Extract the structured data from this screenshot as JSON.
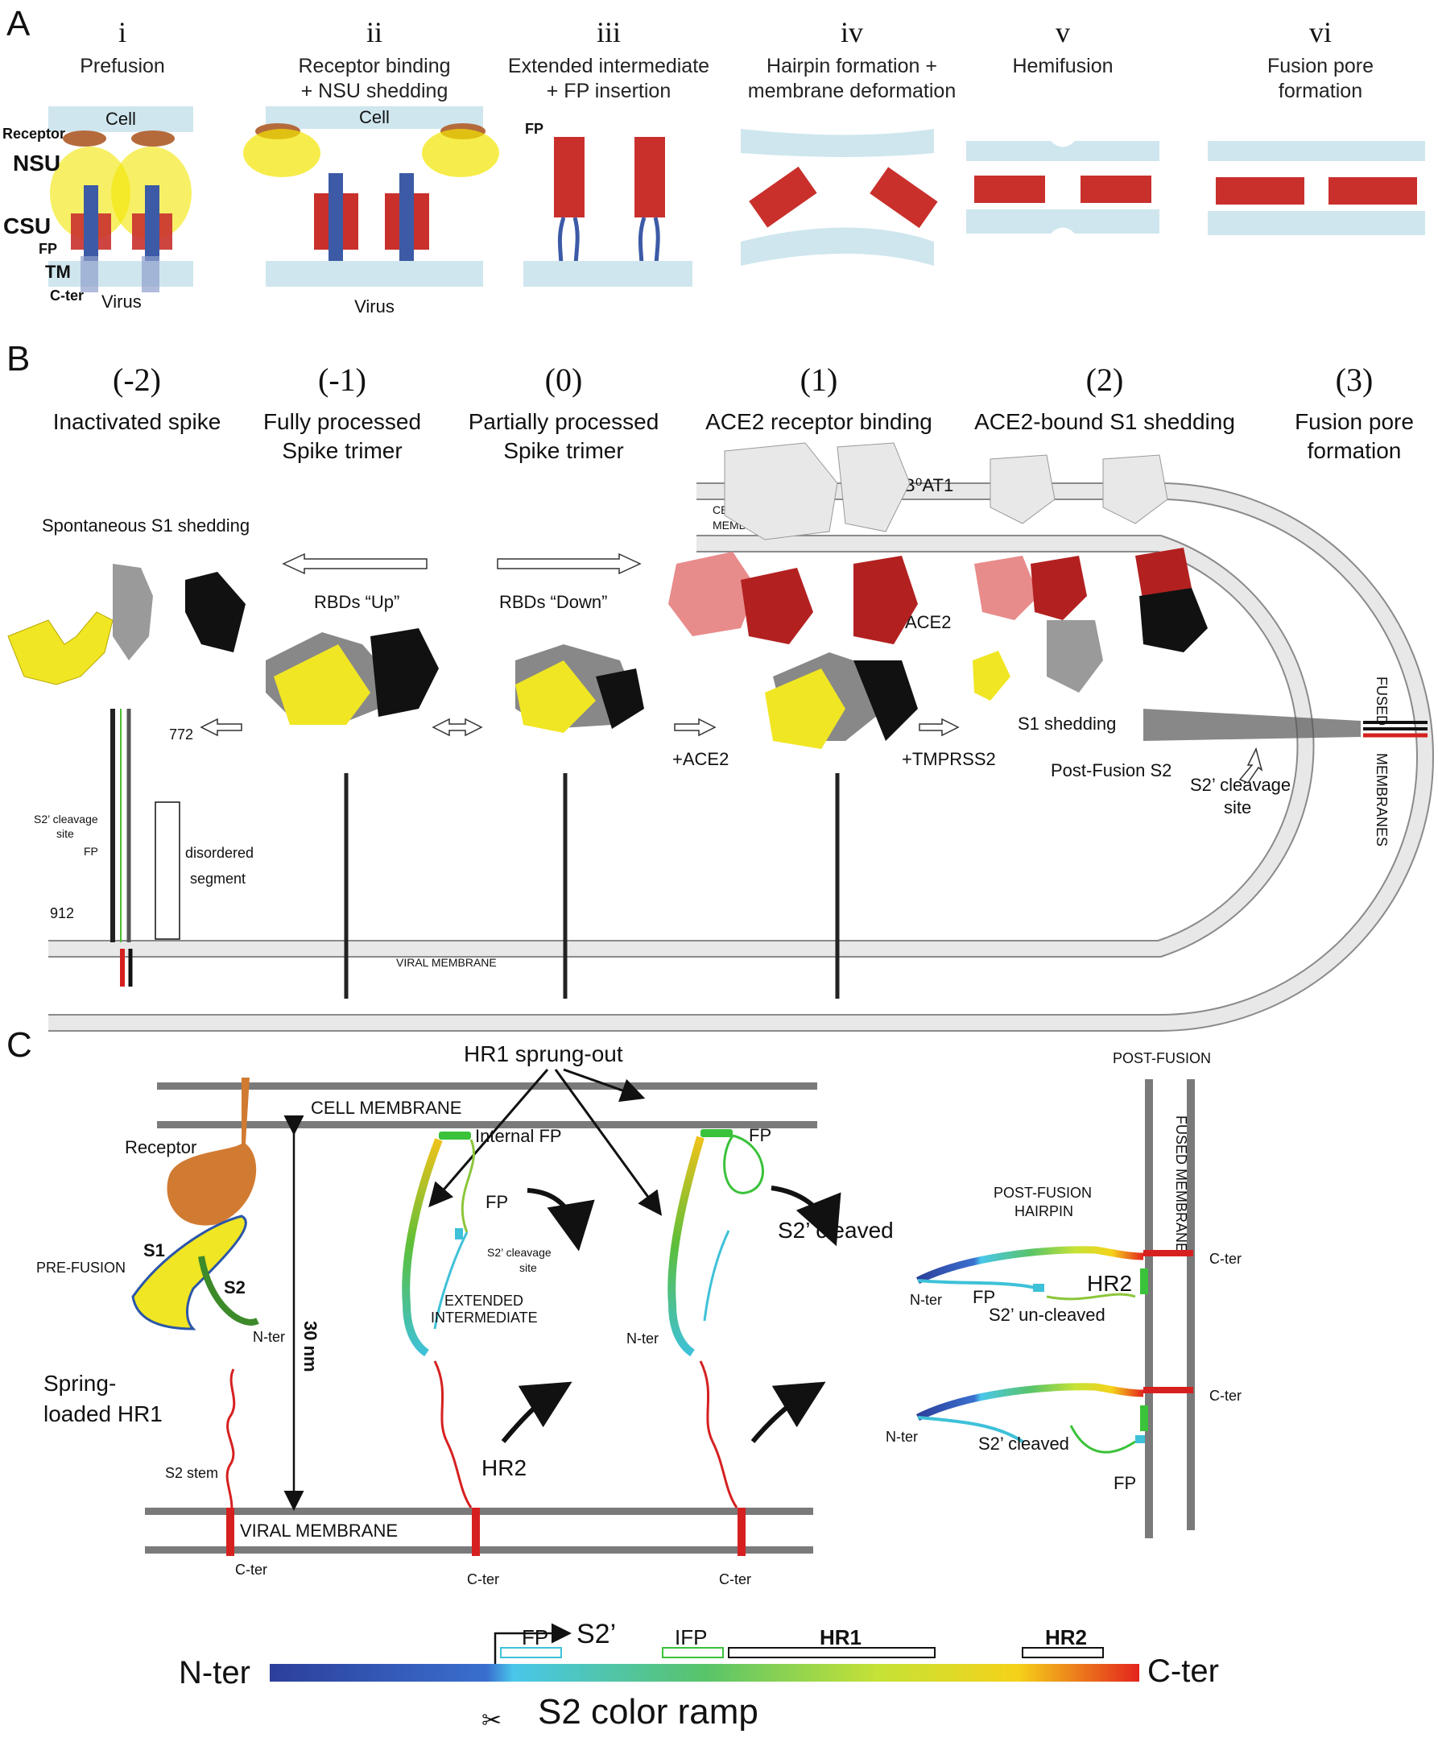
{
  "panels": {
    "a": "A",
    "b": "B",
    "c": "C"
  },
  "panel_a": {
    "stages": [
      {
        "numeral": "i",
        "line1": "Prefusion",
        "line2": ""
      },
      {
        "numeral": "ii",
        "line1": "Receptor binding",
        "line2": "+ NSU shedding"
      },
      {
        "numeral": "iii",
        "line1": "Extended intermediate",
        "line2": "+ FP insertion"
      },
      {
        "numeral": "iv",
        "line1": "Hairpin formation +",
        "line2": "membrane deformation"
      },
      {
        "numeral": "v",
        "line1": "Hemifusion",
        "line2": ""
      },
      {
        "numeral": "vi",
        "line1": "Fusion pore",
        "line2": "formation"
      }
    ],
    "labels": {
      "cell": "Cell",
      "cell2": "Cell",
      "receptor": "Receptor",
      "nsu": "NSU",
      "csu": "CSU",
      "fp": "FP",
      "fp_iii": "FP",
      "tm": "TM",
      "cter": "C-ter",
      "virus": "Virus",
      "virus2": "Virus"
    }
  },
  "panel_b": {
    "states": [
      {
        "num": "(-2)",
        "line1": "Inactivated spike",
        "line2": ""
      },
      {
        "num": "(-1)",
        "line1": "Fully processed",
        "line2": "Spike trimer"
      },
      {
        "num": "(0)",
        "line1": "Partially processed",
        "line2": "Spike trimer"
      },
      {
        "num": "(1)",
        "line1": "ACE2 receptor binding",
        "line2": ""
      },
      {
        "num": "(2)",
        "line1": "ACE2-bound S1 shedding",
        "line2": ""
      },
      {
        "num": "(3)",
        "line1": "Fusion pore",
        "line2": "formation"
      }
    ],
    "labels": {
      "spontaneous": "Spontaneous S1 shedding",
      "rbds_up": "RBDs “Up”",
      "rbds_down": "RBDs “Down”",
      "cell_membrane_1": "CELL",
      "cell_membrane_2": "MEMBRANE",
      "b0at1": "B⁰AT1",
      "ace2": "ACE2",
      "fused": "FUSED",
      "membranes": "MEMBRANES",
      "s1_shedding": "S1 shedding",
      "post_fusion_s2": "Post-Fusion S2",
      "s2_cleavage_1": "S2’ cleavage",
      "s2_cleavage_2": "site",
      "plus_ace2": "+ACE2",
      "plus_tmprss2": "+TMPRSS2",
      "n772": "772",
      "n912": "912",
      "s2c_small_1": "S2’ cleavage",
      "s2c_small_2": "site",
      "fp_small": "FP",
      "disordered_1": "disordered",
      "disordered_2": "segment",
      "viral_membrane": "VIRAL MEMBRANE"
    }
  },
  "panel_c": {
    "labels": {
      "hr1_sprung": "HR1 sprung-out",
      "cell_membrane": "CELL MEMBRANE",
      "viral_membrane": "VIRAL MEMBRANE",
      "receptor": "Receptor",
      "pre_fusion": "PRE-FUSION",
      "s1": "S1",
      "s2": "S2",
      "nter": "N-ter",
      "spring_1": "Spring-",
      "spring_2": "loaded HR1",
      "s2_stem": "S2 stem",
      "cter": "C-ter",
      "thirty_nm": "30 nm",
      "internal_fp": "Internal FP",
      "fp": "FP",
      "s2c_site_1": "S2’ cleavage",
      "s2c_site_2": "site",
      "extended_1": "EXTENDED",
      "extended_2": "INTERMEDIATE",
      "hr2": "HR2",
      "s2_cleaved": "S2’ cleaved",
      "post_fusion": "POST-FUSION",
      "post_fusion_hairpin_1": "POST-FUSION",
      "post_fusion_hairpin_2": "HAIRPIN",
      "fused_membrane": "FUSED MEMBRANE",
      "s2_uncleaved": "S2’ un-cleaved",
      "s2_cleaved_small": "S2’ cleaved"
    },
    "ramp": {
      "title": "S2 color ramp",
      "nter": "N-ter",
      "cter": "C-ter",
      "s2prime": "S2’",
      "fp": "FP",
      "ifp": "IFP",
      "hr1": "HR1",
      "hr2": "HR2",
      "scissors": "✂"
    }
  },
  "colors": {
    "membrane_blue": "#cfe6ee",
    "csu_red": "#c9302c",
    "tm_blue": "#3c5aa6",
    "nsu_yellow": "#f2e600",
    "receptor_brown": "#b56a3c",
    "ace2_red": "#b32020",
    "ace2_pink": "#e88b8b",
    "gray_membrane": "#7a7a7a"
  }
}
